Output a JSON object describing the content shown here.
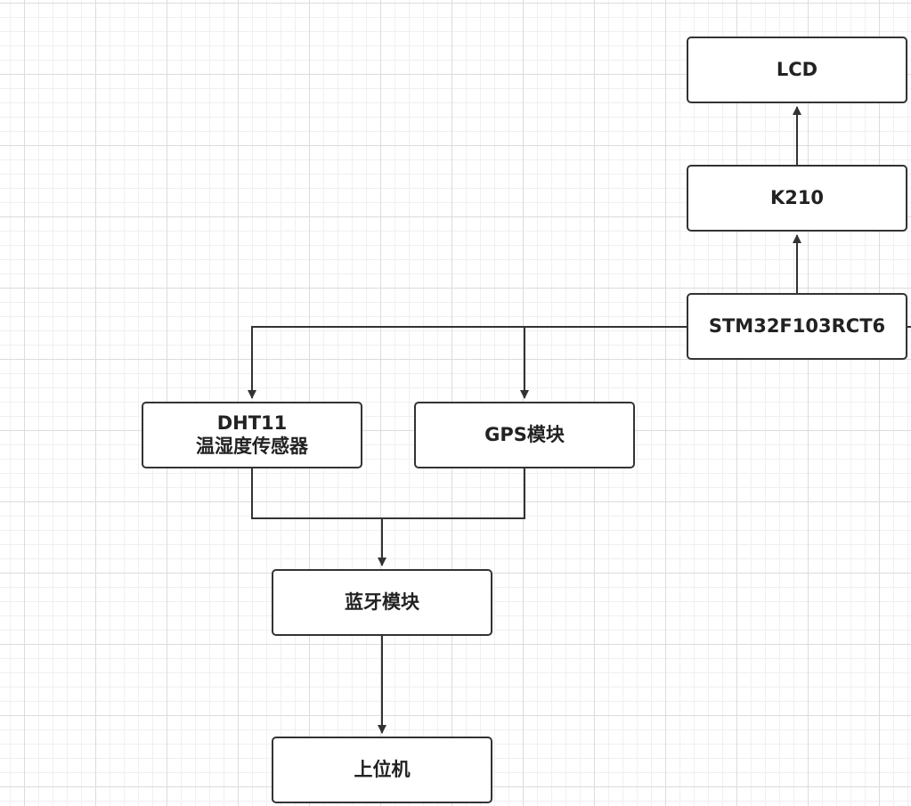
{
  "diagram": {
    "nodes": {
      "lcd": "LCD",
      "k210": "K210",
      "stm32": "STM32F103RCT6",
      "dht11": {
        "line1": "DHT11",
        "line2": "温湿度传感器"
      },
      "gps": "GPS模块",
      "bluetooth": "蓝牙模块",
      "host_pc": "上位机"
    },
    "edges": [
      {
        "from": "stm32",
        "to": "k210"
      },
      {
        "from": "k210",
        "to": "lcd"
      },
      {
        "from": "stm32",
        "to": "dht11"
      },
      {
        "from": "stm32",
        "to": "gps"
      },
      {
        "from": "dht11",
        "to": "bluetooth"
      },
      {
        "from": "gps",
        "to": "bluetooth"
      },
      {
        "from": "bluetooth",
        "to": "host_pc"
      }
    ],
    "colors": {
      "line": "#333333",
      "node_border": "#333333",
      "node_fill": "#ffffff",
      "text": "#222222",
      "grid_major": "#dcdcdc",
      "grid_minor": "#f0f0f0"
    }
  }
}
